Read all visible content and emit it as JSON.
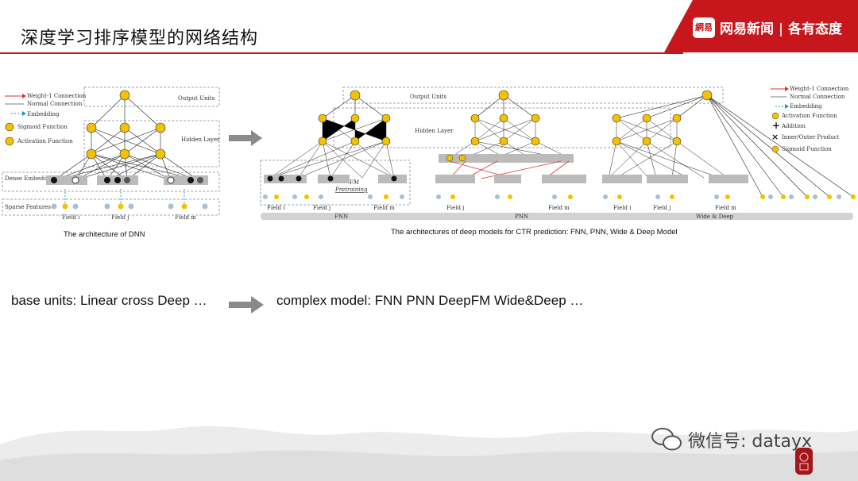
{
  "title": "深度学习排序模型的网络结构",
  "brand": {
    "logo_text": "網易",
    "name": "网易新闻",
    "slogan": "各有态度"
  },
  "dnn": {
    "legend": [
      "Weight-1 Connection",
      "Normal Connection",
      "Embedding",
      "Sigmoid Function",
      "Activation Function"
    ],
    "layer_labels": {
      "output": "Output Units",
      "hidden": "Hidden Layer",
      "dense": "Dense Embeddings",
      "sparse": "Sparse Features"
    },
    "fields": [
      "Field i",
      "Field j",
      "Field m"
    ],
    "caption": "The architecture of DNN"
  },
  "ctr": {
    "output_label": "Output Units",
    "hidden_label": "Hidden Layer",
    "pretraining_label": "Pretraining",
    "fm_label": "FM",
    "fnn_fields": [
      "Field i",
      "Field j",
      "Field m"
    ],
    "pnn_fields": [
      "Field j",
      "Field m"
    ],
    "wd_fields": [
      "Field i",
      "Field j",
      "Field m"
    ],
    "model_names": [
      "FNN",
      "PNN",
      "Wide & Deep"
    ],
    "legend": [
      "Weight-1 Connection",
      "Normal Connection",
      "Embedding",
      "Activation Function",
      "Addition",
      "Inner/Outer Product",
      "Sigmoid Function"
    ],
    "caption": "The architectures of deep models for CTR prediction: FNN, PNN, Wide & Deep Model"
  },
  "base_units": "base units:  Linear  cross  Deep …",
  "complex_model": "complex model: FNN  PNN  DeepFM  Wide&Deep …",
  "watermark": "微信号: datayx",
  "colors": {
    "brand_red": "#c8161d",
    "node_yellow": "#f2c200",
    "arrow_gray": "#8a8a8a",
    "embed_teal": "#1a9bb5"
  }
}
